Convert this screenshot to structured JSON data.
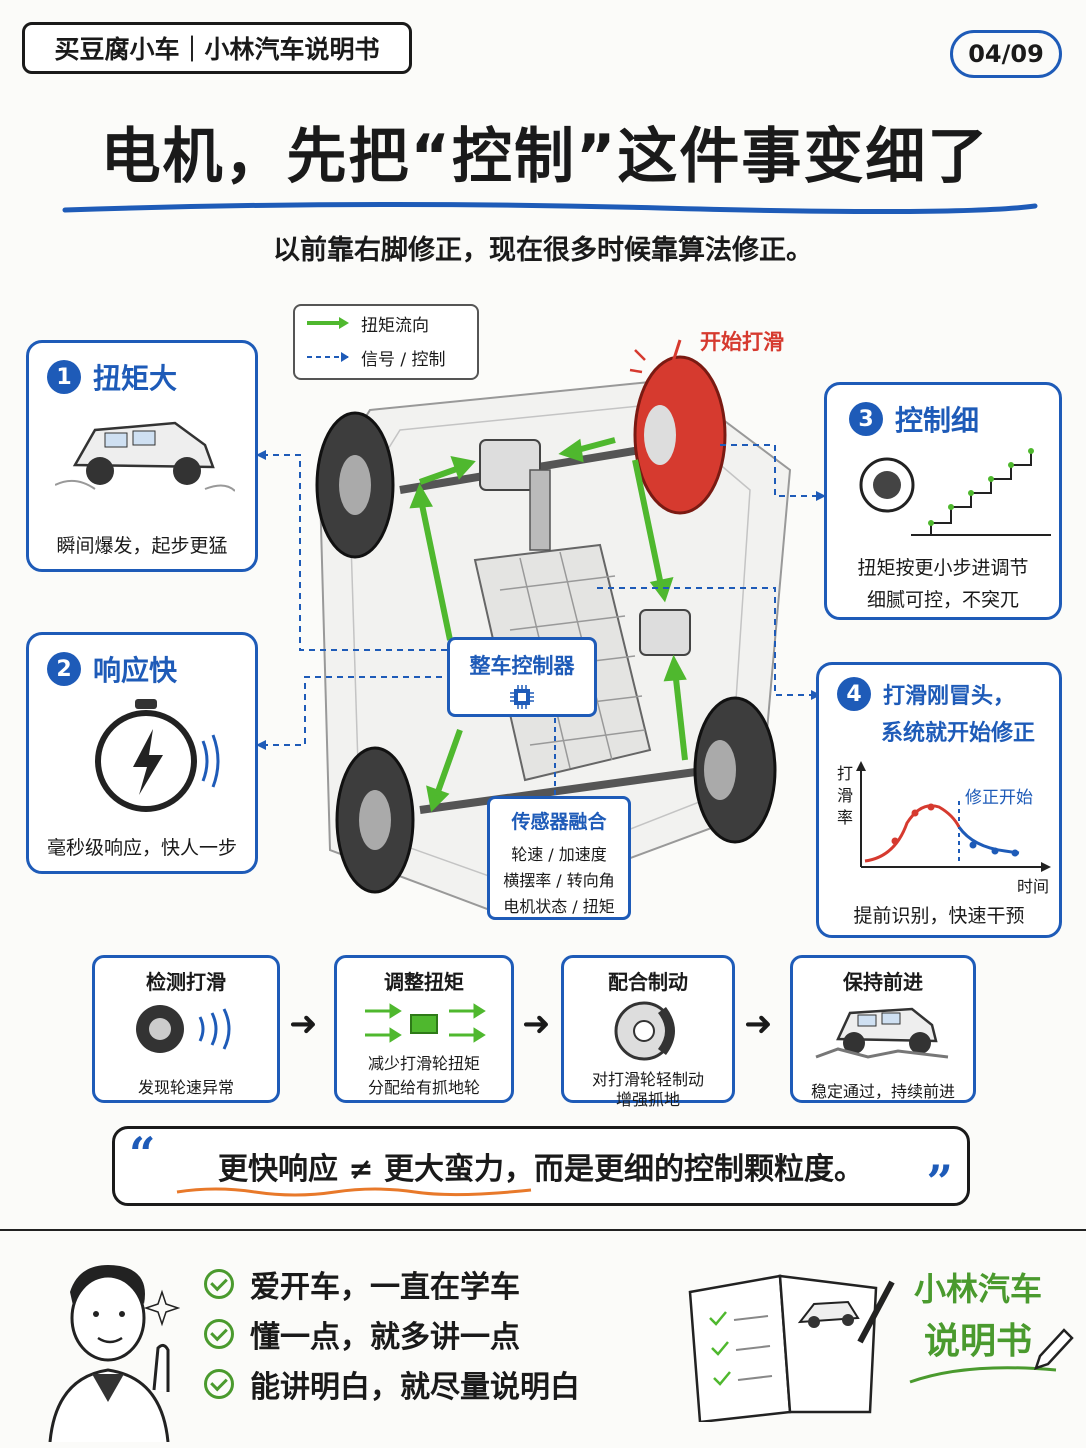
{
  "header": {
    "brand": "买豆腐小车｜小林汽车说明书",
    "page": "04/09"
  },
  "title": "电机，先把“控制”这件事变细了",
  "subtitle": "以前靠右脚修正，现在很多时候靠算法修正。",
  "legend": {
    "torque_flow": "扭矩流向",
    "signal_control": "信号 / 控制"
  },
  "slip_label": "开始打滑",
  "controller": "整车控制器",
  "sensor": {
    "title": "传感器融合",
    "lines": [
      "轮速 / 加速度",
      "横摆率 / 转向角",
      "电机状态 / 扭矩"
    ]
  },
  "cards": {
    "torque": {
      "num": "1",
      "title": "扭矩大",
      "caption": "瞬间爆发，起步更猛"
    },
    "response": {
      "num": "2",
      "title": "响应快",
      "caption": "毫秒级响应，快人一步"
    },
    "control": {
      "num": "3",
      "title": "控制细",
      "caption1": "扭矩按更小步进调节",
      "caption2": "细腻可控，不突兀"
    },
    "slip": {
      "num": "4",
      "title1": "打滑刚冒头，",
      "title2": "系统就开始修正",
      "ylabel": "打\n滑\n率",
      "xlabel": "时间",
      "marker": "修正开始",
      "caption": "提前识别，快速干预"
    }
  },
  "steps": [
    {
      "title": "检测打滑",
      "caption1": "发现轮速异常",
      "caption2": ""
    },
    {
      "title": "调整扭矩",
      "caption1": "减少打滑轮扭矩",
      "caption2": "分配给有抓地轮"
    },
    {
      "title": "配合制动",
      "caption1": "对打滑轮轻制动",
      "caption2": "增强抓地"
    },
    {
      "title": "保持前进",
      "caption1": "稳定通过，持续前进",
      "caption2": ""
    }
  ],
  "quote": "更快响应 ≠ 更大蛮力，而是更细的控制颗粒度。",
  "bullets": [
    "爱开车，一直在学车",
    "懂一点，就多讲一点",
    "能讲明白，就尽量说明白"
  ],
  "signature": {
    "line1": "小林汽车",
    "line2": "说明书"
  },
  "colors": {
    "accent": "#1e5bb8",
    "green": "#4fb82e",
    "red": "#d63a2f"
  }
}
